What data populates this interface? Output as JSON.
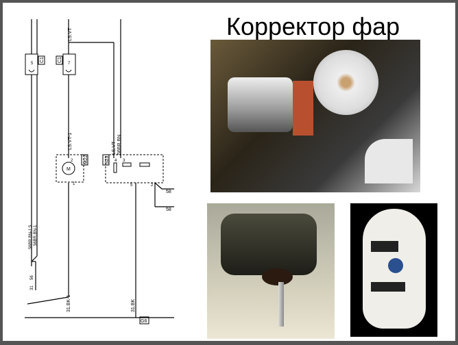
{
  "title": "Корректор фар",
  "schematic": {
    "connector_c1_left": "C1",
    "pin_5": "5",
    "connector_c1_right": "C1",
    "pin_7": "7",
    "wire_top": "LS.VT",
    "wire_motor": "LS.VT-1",
    "motor_label": "M",
    "motor_ref": "M22",
    "switch_ref": "S23",
    "wire_switch_a": "LS.VT",
    "wire_switch_b": "56BR.BN",
    "pin_2": "2",
    "pin_1": "1",
    "pin_4": "4",
    "pin_3": "3",
    "pin_5b": "5",
    "pin_2b": "2",
    "wire_left_a": "56BR.BN-1.5",
    "wire_left_b": "56BR.BN-1",
    "left_label": "31",
    "left_label2": "56",
    "ground_a": "31.BK-1",
    "ground_b": "31.BK",
    "ground_ref": "G6",
    "out_a": "58",
    "out_b": "58"
  },
  "photos": [
    "headlight-corrector-motor-photo",
    "corrector-actuator-photo",
    "corrector-circuit-board-photo"
  ]
}
